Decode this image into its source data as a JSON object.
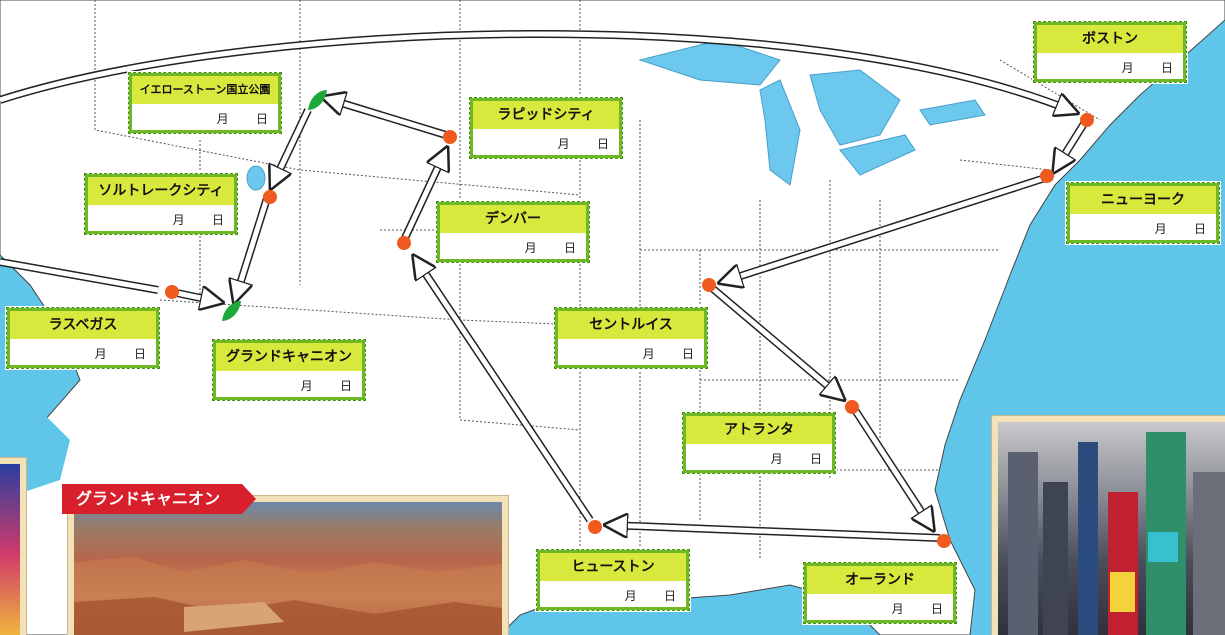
{
  "month_char": "月",
  "day_char": "日",
  "stops": [
    {
      "id": "yellowstone",
      "name": "イエローストーン国立公園"
    },
    {
      "id": "rapid-city",
      "name": "ラピッドシティ"
    },
    {
      "id": "boston",
      "name": "ボストン"
    },
    {
      "id": "salt-lake-city",
      "name": "ソルトレークシティ"
    },
    {
      "id": "denver",
      "name": "デンバー"
    },
    {
      "id": "new-york",
      "name": "ニューヨーク"
    },
    {
      "id": "las-vegas",
      "name": "ラスベガス"
    },
    {
      "id": "grand-canyon",
      "name": "グランドキャニオン"
    },
    {
      "id": "st-louis",
      "name": "セントルイス"
    },
    {
      "id": "atlanta",
      "name": "アトランタ"
    },
    {
      "id": "houston",
      "name": "ヒューストン"
    },
    {
      "id": "orlando",
      "name": "オーランド"
    }
  ],
  "photo_caption": "グランドキャニオン",
  "colors": {
    "ocean": "#5fc6ea",
    "land": "#ffffff",
    "lake": "#6cc8ec",
    "marker": "#f05a1f",
    "stamp_border": "#6eb826",
    "stamp_title": "#d8e83c",
    "banner": "#d8202c"
  }
}
